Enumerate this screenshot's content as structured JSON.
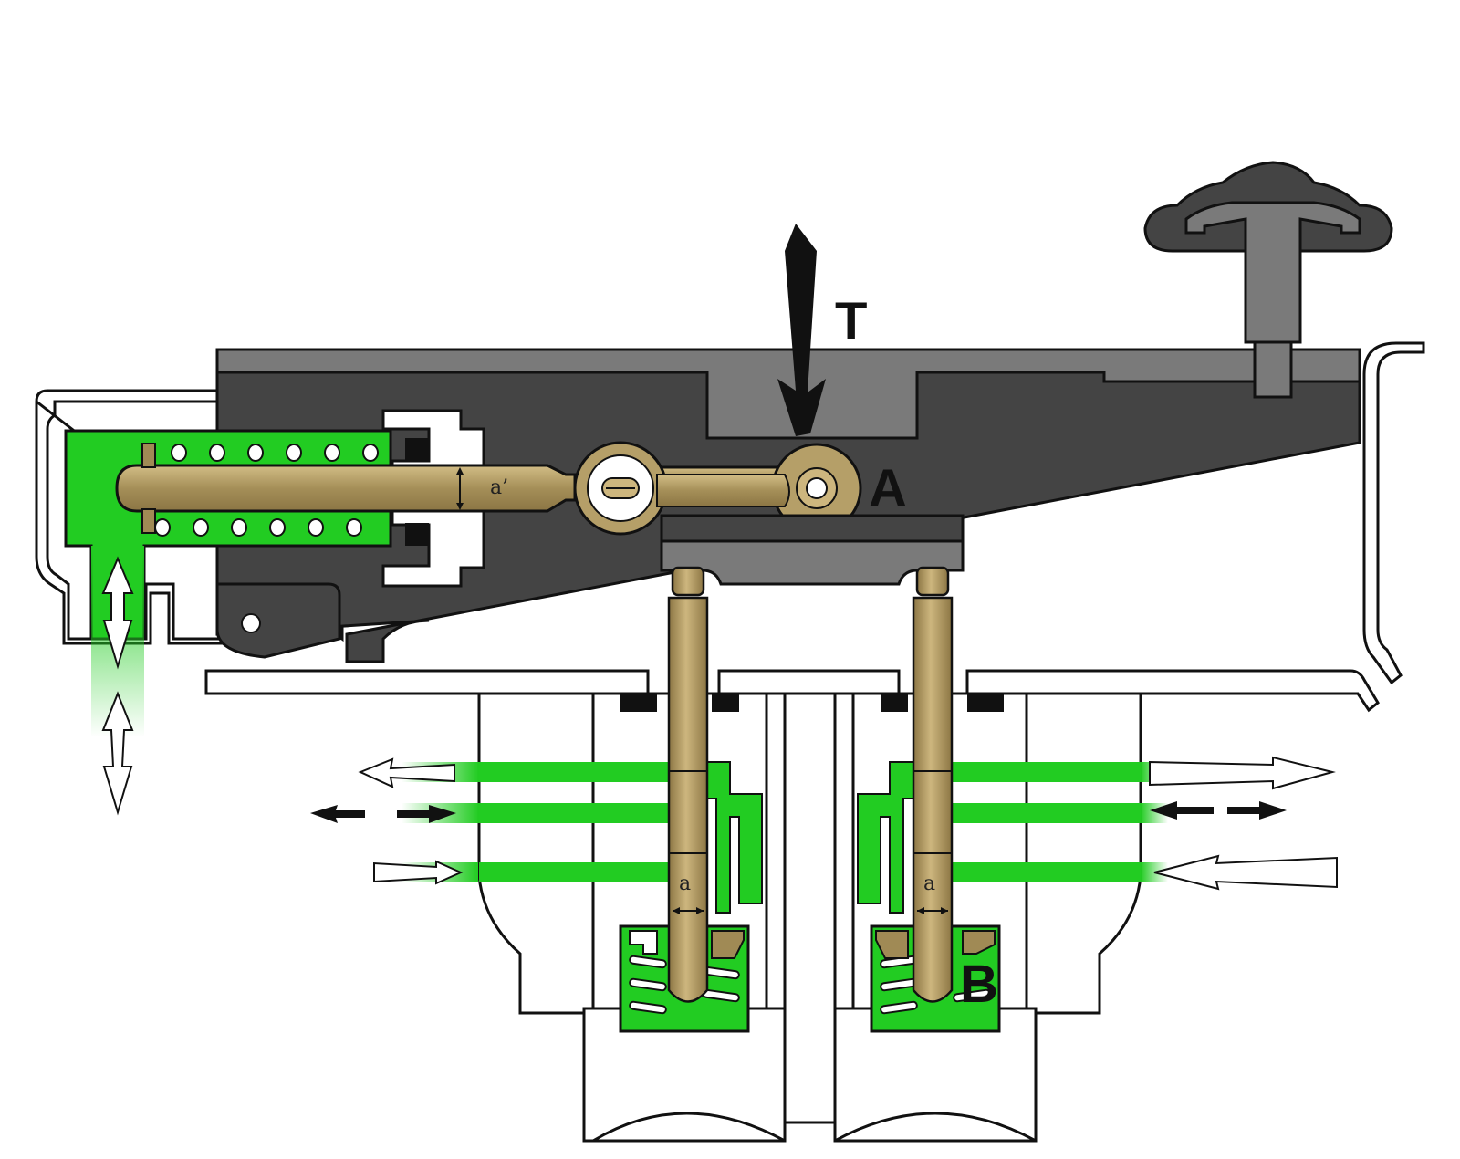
{
  "labels": {
    "force": "T",
    "lever_pivot": "A",
    "valve": "B",
    "valve_stroke": "a",
    "lever_stroke": "a’"
  },
  "colors": {
    "fluid": "#22cc22",
    "housing_dark": "#444444",
    "housing_mid": "#777777",
    "brass": "#a08a55",
    "brass_light": "#c4ad73",
    "outline": "#111111"
  },
  "icons": {
    "force_arrow": "down-arrow-icon",
    "flow_arrow": "flow-arrow-icon",
    "knob": "knob-icon"
  }
}
